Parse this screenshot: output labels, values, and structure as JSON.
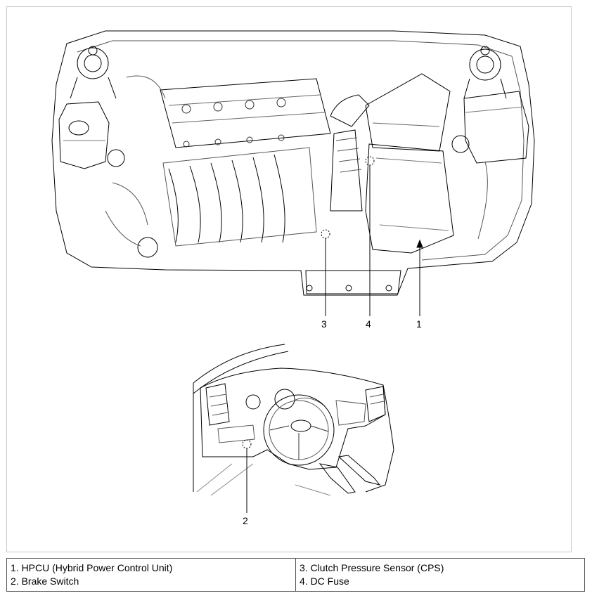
{
  "callouts": [
    "3",
    "4",
    "1",
    "2"
  ],
  "legend": {
    "left": [
      "1. HPCU (Hybrid Power Control Unit)",
      "2. Brake Switch"
    ],
    "right": [
      "3. Clutch Pressure Sensor (CPS)",
      "4. DC Fuse"
    ]
  }
}
